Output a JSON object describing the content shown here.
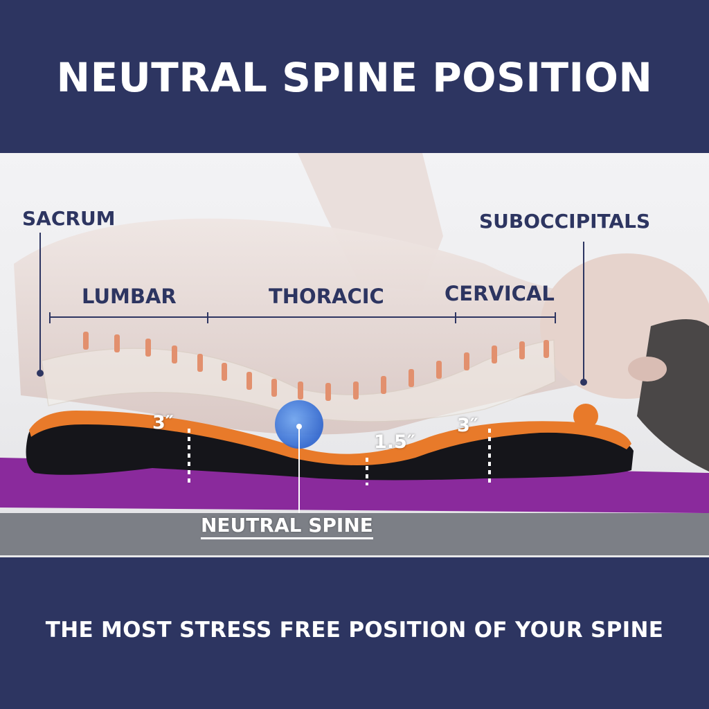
{
  "title": "NEUTRAL SPINE POSITION",
  "subtitle": "THE MOST STRESS FREE POSITION OF YOUR SPINE",
  "labels": {
    "sacrum": "SACRUM",
    "suboccipitals": "SUBOCCIPITALS",
    "lumbar": "LUMBAR",
    "thoracic": "THORACIC",
    "cervical": "CERVICAL",
    "neutral_spine": "NEUTRAL SPINE"
  },
  "measurements": {
    "lumbar_height": "3″",
    "mid_height": "1.5″",
    "cervical_height": "3″"
  },
  "colors": {
    "navy": "#2d3561",
    "device_orange": "#e87a2a",
    "mat_purple": "#8a2a9c",
    "marker_blue": "#3a7de0"
  }
}
